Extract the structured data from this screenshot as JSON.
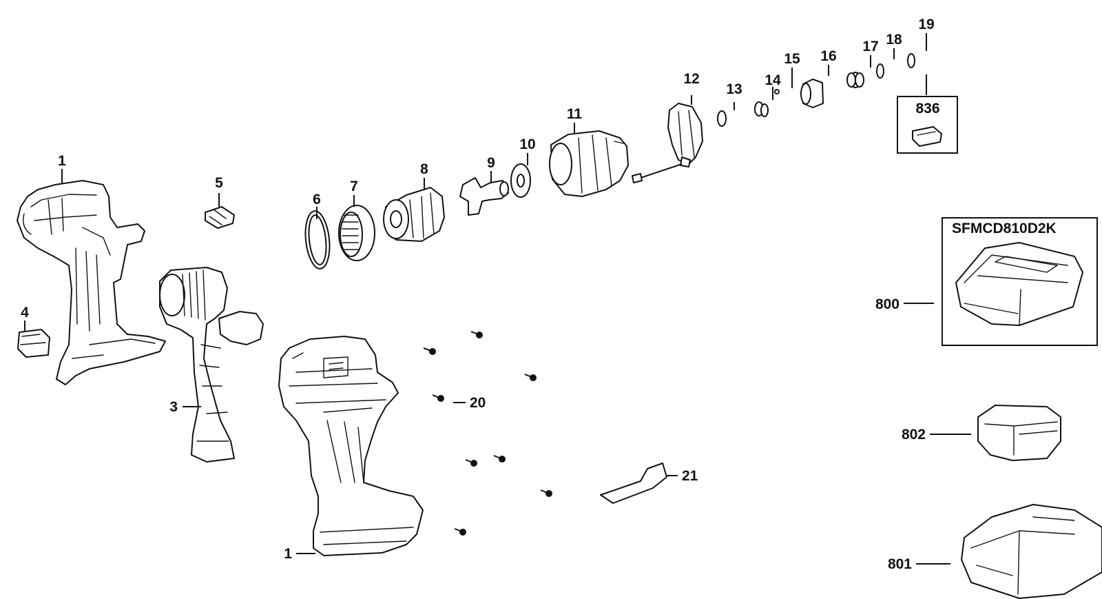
{
  "callouts": {
    "c1_top": "1",
    "c1_bottom": "1",
    "c3": "3",
    "c4": "4",
    "c5": "5",
    "c6": "6",
    "c7": "7",
    "c8": "8",
    "c9": "9",
    "c10": "10",
    "c11": "11",
    "c12": "12",
    "c13": "13",
    "c14": "14",
    "c15": "15",
    "c16": "16",
    "c17": "17",
    "c18": "18",
    "c19": "19",
    "c20": "20",
    "c21": "21",
    "c836": "836",
    "c800": "800",
    "c801": "801",
    "c802": "802"
  },
  "kit_box": {
    "model": "SFMCD810D2K"
  },
  "colors": {
    "ink": "#111111",
    "background": "#ffffff"
  }
}
